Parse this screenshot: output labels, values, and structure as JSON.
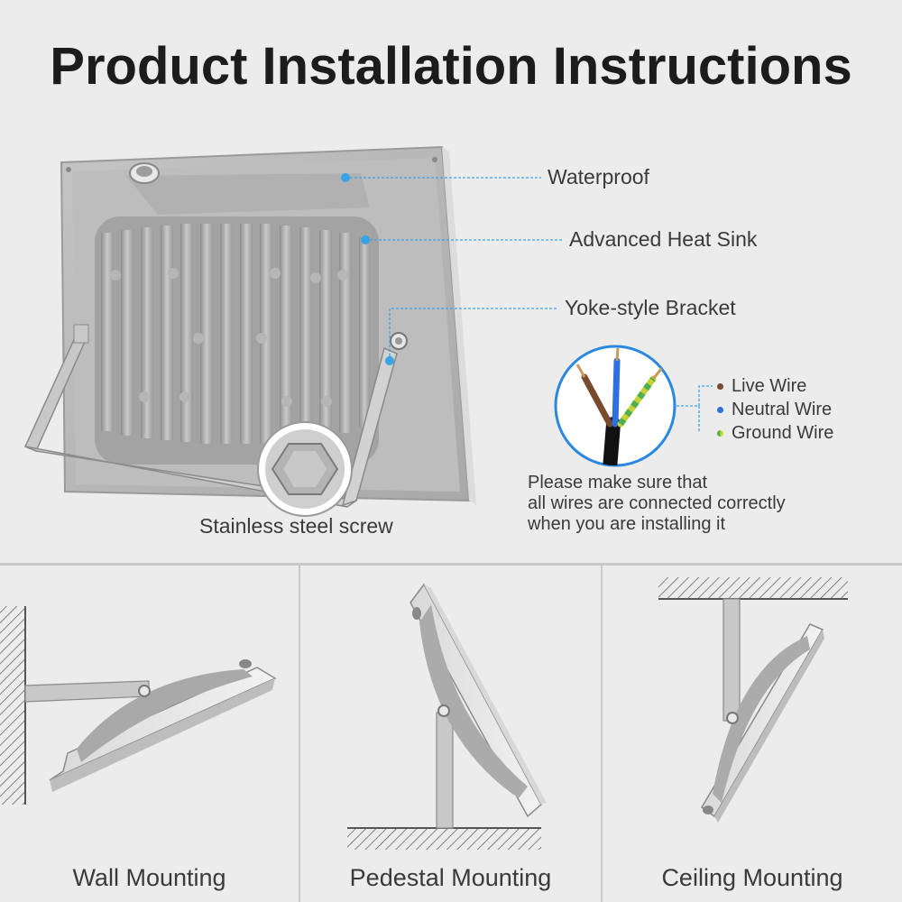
{
  "title": "Product Installation Instructions",
  "callouts": {
    "waterproof": "Waterproof",
    "heat_sink": "Advanced Heat Sink",
    "bracket": "Yoke-style Bracket",
    "screw": "Stainless steel screw"
  },
  "wires": [
    {
      "label": "Live Wire",
      "color": "#7a4a2e"
    },
    {
      "label": "Neutral Wire",
      "color": "#2f6fe0"
    },
    {
      "label": "Ground Wire",
      "color": "#b6c92a"
    }
  ],
  "note": [
    "Please make sure that",
    "all wires are connected correctly",
    "when you are installing it"
  ],
  "mountings": {
    "wall": "Wall Mounting",
    "pedestal": "Pedestal Mounting",
    "ceiling": "Ceiling Mounting"
  },
  "colors": {
    "accent": "#3aa3e6",
    "housing": "#b9b9b9"
  }
}
